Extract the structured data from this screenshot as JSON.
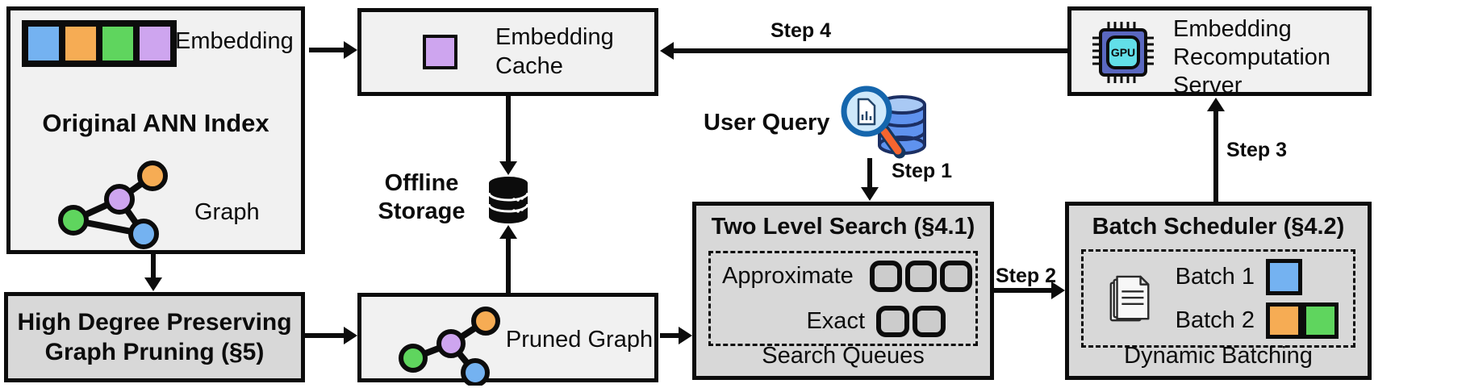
{
  "colors": {
    "blue": "#74b2f1",
    "orange": "#f6ac54",
    "green": "#5fd55e",
    "purple": "#cea5ef",
    "gpu_chip": "#5a68c0",
    "gpu_core": "#62dfe8",
    "box_light": "#f1f1f1",
    "box_gray": "#d8d8d8",
    "outline": "#0c0c0c"
  },
  "original_ann_index": {
    "title": "Original ANN Index",
    "embedding_label": "Embedding",
    "graph_label": "Graph"
  },
  "high_degree_pruning": {
    "label": "High Degree Preserving\nGraph Pruning (§5)"
  },
  "embedding_cache": {
    "label": "Embedding\nCache"
  },
  "offline_storage": {
    "label": "Offline\nStorage"
  },
  "pruned_graph": {
    "label": "Pruned Graph"
  },
  "user_query": {
    "label": "User Query"
  },
  "steps": {
    "step1": "Step 1",
    "step2": "Step 2",
    "step3": "Step 3",
    "step4": "Step 4"
  },
  "two_level_search": {
    "title": "Two Level Search (§4.1)",
    "approximate_label": "Approximate",
    "approximate_queue_count": 3,
    "exact_label": "Exact",
    "exact_queue_count": 2,
    "caption": "Search Queues"
  },
  "batch_scheduler": {
    "title": "Batch Scheduler (§4.2)",
    "batches": [
      {
        "label": "Batch 1",
        "colors": [
          "blue"
        ]
      },
      {
        "label": "Batch 2",
        "colors": [
          "orange",
          "green"
        ]
      }
    ],
    "caption": "Dynamic Batching"
  },
  "recomputation_server": {
    "label": "Embedding\nRecomputation\nServer",
    "chip_label": "GPU"
  }
}
